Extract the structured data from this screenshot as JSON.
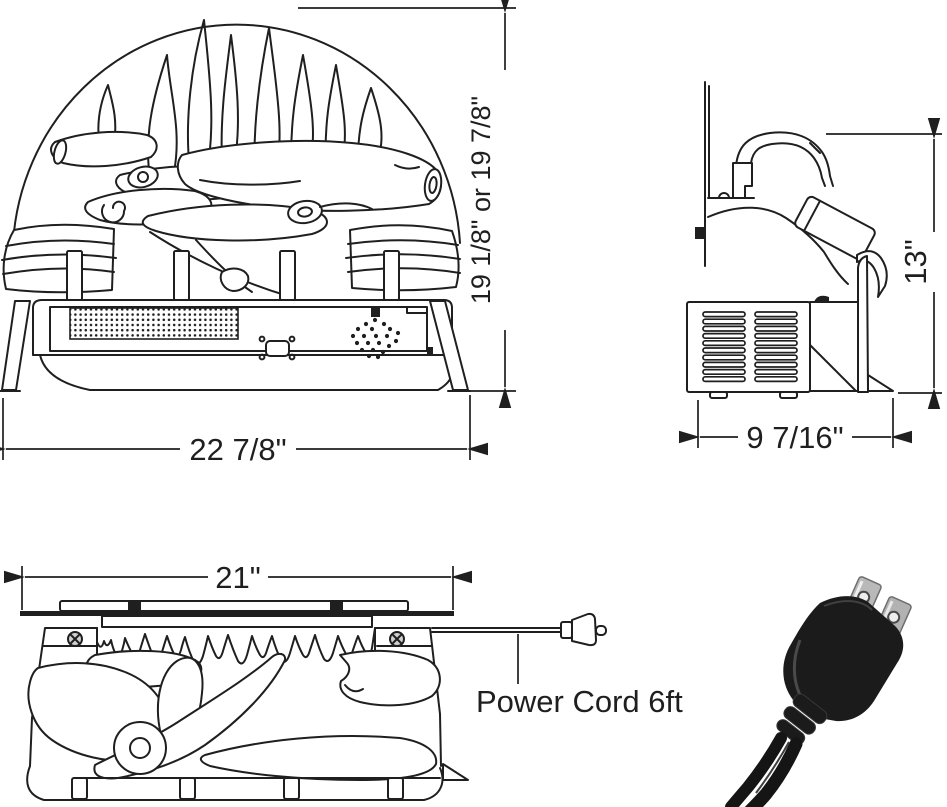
{
  "diagram": {
    "front_view": {
      "width_dim": "22 7/8\"",
      "height_dim": "19 1/8\" or 19 7/8\""
    },
    "side_view": {
      "height_dim": "13\"",
      "depth_dim": "9 7/16\""
    },
    "rear_view": {
      "width_dim": "21\"",
      "cord_label": "Power Cord 6ft"
    },
    "colors": {
      "line": "#1f1f1f",
      "background": "#ffffff",
      "plug_body": "#1b1b1b",
      "plug_prong": "#b9b9b9"
    }
  }
}
